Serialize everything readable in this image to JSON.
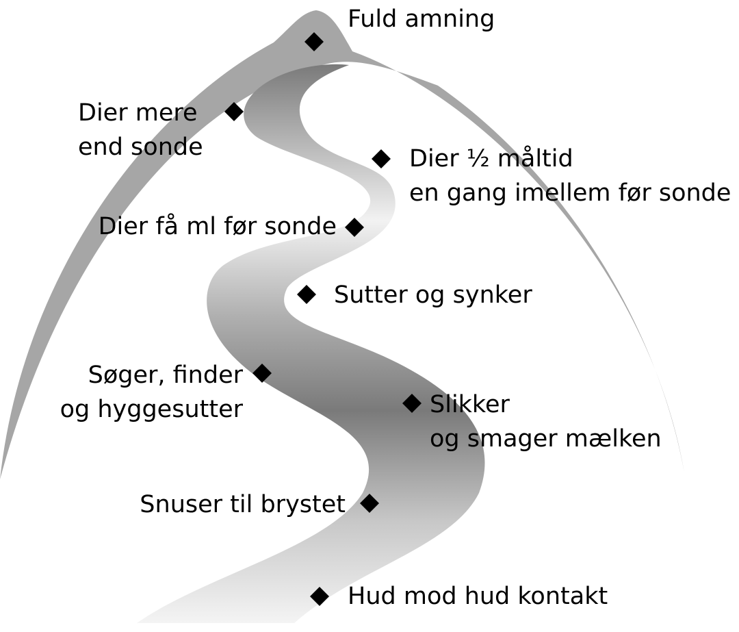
{
  "colors": {
    "mountain": "#a6a6a6",
    "path_dark": "#7a7a7a",
    "path_light": "#f2f2f2",
    "marker": "#000000"
  },
  "milestones": [
    {
      "id": "hud-mod-hud",
      "lines": [
        "Hud mod hud kontakt"
      ]
    },
    {
      "id": "snuser",
      "lines": [
        "Snuser til brystet"
      ]
    },
    {
      "id": "slikker",
      "lines": [
        "Slikker",
        "og smager mælken"
      ]
    },
    {
      "id": "soeger",
      "lines": [
        "Søger, finder",
        "og hyggesutter"
      ]
    },
    {
      "id": "sutter",
      "lines": [
        "Sutter og synker"
      ]
    },
    {
      "id": "dier-faa-ml",
      "lines": [
        "Dier få ml før sonde"
      ]
    },
    {
      "id": "dier-halv",
      "lines": [
        "Dier ½ måltid",
        "en gang imellem før sonde"
      ]
    },
    {
      "id": "dier-mere",
      "lines": [
        "Dier mere",
        "end sonde"
      ]
    },
    {
      "id": "fuld-amning",
      "lines": [
        "Fuld amning"
      ]
    }
  ]
}
